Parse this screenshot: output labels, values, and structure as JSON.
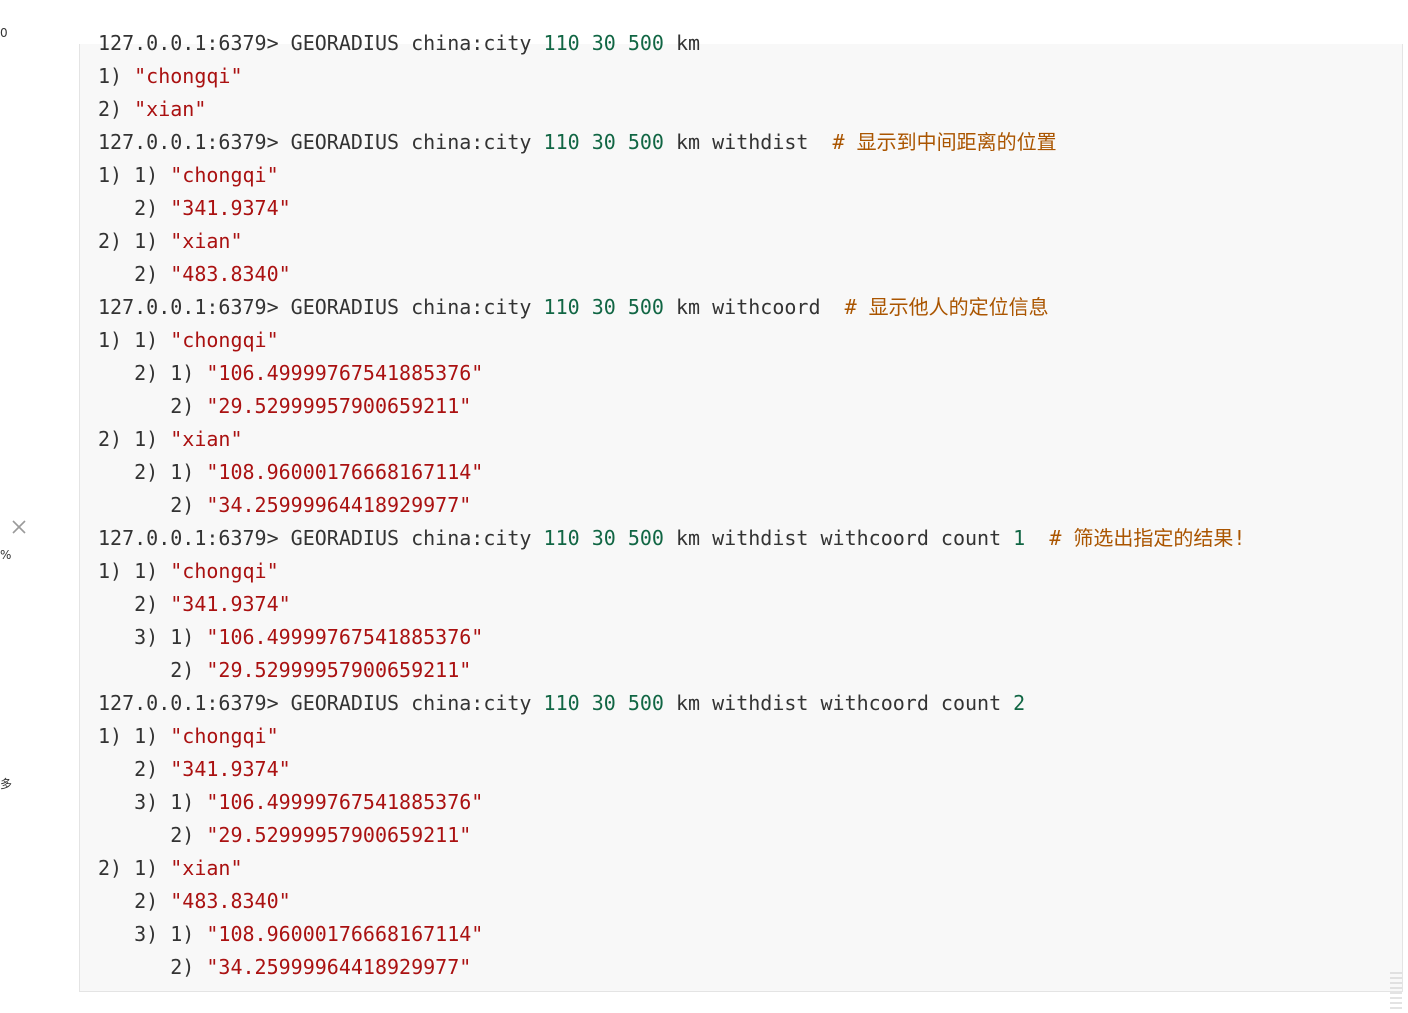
{
  "sidebar": {
    "edge_texts": [
      "0",
      "%",
      "多"
    ]
  },
  "terminal": {
    "lines": [
      {
        "indent": "",
        "segments": [
          {
            "t": "prompt",
            "v": "127.0.0.1:6379> "
          },
          {
            "t": "cmd",
            "v": "GEORADIUS china:city "
          },
          {
            "t": "num",
            "v": "110"
          },
          {
            "t": "cmd",
            "v": " "
          },
          {
            "t": "num",
            "v": "30"
          },
          {
            "t": "cmd",
            "v": " "
          },
          {
            "t": "num",
            "v": "500"
          },
          {
            "t": "cmd",
            "v": " km"
          }
        ]
      },
      {
        "indent": "",
        "segments": [
          {
            "t": "idx",
            "v": "1) "
          },
          {
            "t": "str",
            "v": "\"chongqi\""
          }
        ]
      },
      {
        "indent": "",
        "segments": [
          {
            "t": "idx",
            "v": "2) "
          },
          {
            "t": "str",
            "v": "\"xian\""
          }
        ]
      },
      {
        "indent": "",
        "segments": [
          {
            "t": "prompt",
            "v": "127.0.0.1:6379> "
          },
          {
            "t": "cmd",
            "v": "GEORADIUS china:city "
          },
          {
            "t": "num",
            "v": "110"
          },
          {
            "t": "cmd",
            "v": " "
          },
          {
            "t": "num",
            "v": "30"
          },
          {
            "t": "cmd",
            "v": " "
          },
          {
            "t": "num",
            "v": "500"
          },
          {
            "t": "cmd",
            "v": " km withdist  "
          },
          {
            "t": "comment",
            "v": "# 显示到中间距离的位置"
          }
        ]
      },
      {
        "indent": "",
        "segments": [
          {
            "t": "idx",
            "v": "1) 1) "
          },
          {
            "t": "str",
            "v": "\"chongqi\""
          }
        ]
      },
      {
        "indent": "   ",
        "segments": [
          {
            "t": "idx",
            "v": "2) "
          },
          {
            "t": "str",
            "v": "\"341.9374\""
          }
        ]
      },
      {
        "indent": "",
        "segments": [
          {
            "t": "idx",
            "v": "2) 1) "
          },
          {
            "t": "str",
            "v": "\"xian\""
          }
        ]
      },
      {
        "indent": "   ",
        "segments": [
          {
            "t": "idx",
            "v": "2) "
          },
          {
            "t": "str",
            "v": "\"483.8340\""
          }
        ]
      },
      {
        "indent": "",
        "segments": [
          {
            "t": "prompt",
            "v": "127.0.0.1:6379> "
          },
          {
            "t": "cmd",
            "v": "GEORADIUS china:city "
          },
          {
            "t": "num",
            "v": "110"
          },
          {
            "t": "cmd",
            "v": " "
          },
          {
            "t": "num",
            "v": "30"
          },
          {
            "t": "cmd",
            "v": " "
          },
          {
            "t": "num",
            "v": "500"
          },
          {
            "t": "cmd",
            "v": " km withcoord  "
          },
          {
            "t": "comment",
            "v": "# 显示他人的定位信息"
          }
        ]
      },
      {
        "indent": "",
        "segments": [
          {
            "t": "idx",
            "v": "1) 1) "
          },
          {
            "t": "str",
            "v": "\"chongqi\""
          }
        ]
      },
      {
        "indent": "   ",
        "segments": [
          {
            "t": "idx",
            "v": "2) 1) "
          },
          {
            "t": "str",
            "v": "\"106.49999767541885376\""
          }
        ]
      },
      {
        "indent": "      ",
        "segments": [
          {
            "t": "idx",
            "v": "2) "
          },
          {
            "t": "str",
            "v": "\"29.52999957900659211\""
          }
        ]
      },
      {
        "indent": "",
        "segments": [
          {
            "t": "idx",
            "v": "2) 1) "
          },
          {
            "t": "str",
            "v": "\"xian\""
          }
        ]
      },
      {
        "indent": "   ",
        "segments": [
          {
            "t": "idx",
            "v": "2) 1) "
          },
          {
            "t": "str",
            "v": "\"108.96000176668167114\""
          }
        ]
      },
      {
        "indent": "      ",
        "segments": [
          {
            "t": "idx",
            "v": "2) "
          },
          {
            "t": "str",
            "v": "\"34.25999964418929977\""
          }
        ]
      },
      {
        "indent": "",
        "segments": [
          {
            "t": "prompt",
            "v": "127.0.0.1:6379> "
          },
          {
            "t": "cmd",
            "v": "GEORADIUS china:city "
          },
          {
            "t": "num",
            "v": "110"
          },
          {
            "t": "cmd",
            "v": " "
          },
          {
            "t": "num",
            "v": "30"
          },
          {
            "t": "cmd",
            "v": " "
          },
          {
            "t": "num",
            "v": "500"
          },
          {
            "t": "cmd",
            "v": " km withdist withcoord count "
          },
          {
            "t": "num",
            "v": "1"
          },
          {
            "t": "cmd",
            "v": "  "
          },
          {
            "t": "comment",
            "v": "# 筛选出指定的结果!"
          }
        ]
      },
      {
        "indent": "",
        "segments": [
          {
            "t": "idx",
            "v": "1) 1) "
          },
          {
            "t": "str",
            "v": "\"chongqi\""
          }
        ]
      },
      {
        "indent": "   ",
        "segments": [
          {
            "t": "idx",
            "v": "2) "
          },
          {
            "t": "str",
            "v": "\"341.9374\""
          }
        ]
      },
      {
        "indent": "   ",
        "segments": [
          {
            "t": "idx",
            "v": "3) 1) "
          },
          {
            "t": "str",
            "v": "\"106.49999767541885376\""
          }
        ]
      },
      {
        "indent": "      ",
        "segments": [
          {
            "t": "idx",
            "v": "2) "
          },
          {
            "t": "str",
            "v": "\"29.52999957900659211\""
          }
        ]
      },
      {
        "indent": "",
        "segments": [
          {
            "t": "prompt",
            "v": "127.0.0.1:6379> "
          },
          {
            "t": "cmd",
            "v": "GEORADIUS china:city "
          },
          {
            "t": "num",
            "v": "110"
          },
          {
            "t": "cmd",
            "v": " "
          },
          {
            "t": "num",
            "v": "30"
          },
          {
            "t": "cmd",
            "v": " "
          },
          {
            "t": "num",
            "v": "500"
          },
          {
            "t": "cmd",
            "v": " km withdist withcoord count "
          },
          {
            "t": "num",
            "v": "2"
          }
        ]
      },
      {
        "indent": "",
        "segments": [
          {
            "t": "idx",
            "v": "1) 1) "
          },
          {
            "t": "str",
            "v": "\"chongqi\""
          }
        ]
      },
      {
        "indent": "   ",
        "segments": [
          {
            "t": "idx",
            "v": "2) "
          },
          {
            "t": "str",
            "v": "\"341.9374\""
          }
        ]
      },
      {
        "indent": "   ",
        "segments": [
          {
            "t": "idx",
            "v": "3) 1) "
          },
          {
            "t": "str",
            "v": "\"106.49999767541885376\""
          }
        ]
      },
      {
        "indent": "      ",
        "segments": [
          {
            "t": "idx",
            "v": "2) "
          },
          {
            "t": "str",
            "v": "\"29.52999957900659211\""
          }
        ]
      },
      {
        "indent": "",
        "segments": [
          {
            "t": "idx",
            "v": "2) 1) "
          },
          {
            "t": "str",
            "v": "\"xian\""
          }
        ]
      },
      {
        "indent": "   ",
        "segments": [
          {
            "t": "idx",
            "v": "2) "
          },
          {
            "t": "str",
            "v": "\"483.8340\""
          }
        ]
      },
      {
        "indent": "   ",
        "segments": [
          {
            "t": "idx",
            "v": "3) 1) "
          },
          {
            "t": "str",
            "v": "\"108.96000176668167114\""
          }
        ]
      },
      {
        "indent": "      ",
        "segments": [
          {
            "t": "idx",
            "v": "2) "
          },
          {
            "t": "str",
            "v": "\"34.25999964418929977\""
          }
        ]
      }
    ]
  },
  "colors": {
    "code_background": "#f8f8f8",
    "text": "#333333",
    "number": "#116644",
    "string": "#aa1111",
    "comment": "#aa5500"
  },
  "icons": {
    "close": "close-icon"
  }
}
